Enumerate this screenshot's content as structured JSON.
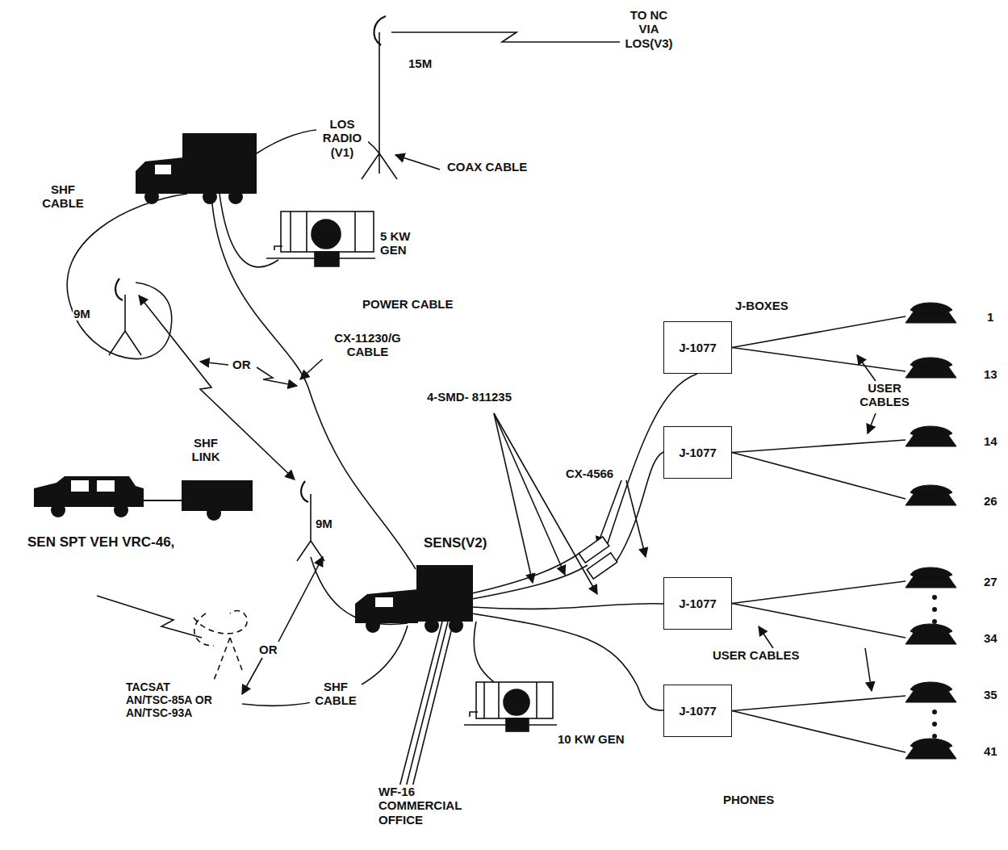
{
  "diagram": {
    "nodes": [
      {
        "text": [
          "J-1077"
        ]
      },
      {
        "text": [
          "J-1077"
        ]
      },
      {
        "text": [
          "J-1077"
        ]
      },
      {
        "text": [
          "J-1077"
        ]
      }
    ],
    "labels": [
      "TO NC VIA LOS(V3)",
      "15M",
      "SHF CABLE",
      "LOS RADIO (V1)",
      "COAX CABLE",
      "5 KW GEN",
      "POWER CABLE",
      "9M",
      "OR",
      "CX-11230/G CABLE",
      "J-BOXES",
      "1",
      "13",
      "USER CABLES",
      "4-SMD- 811235",
      "CX-4566",
      "14",
      "26",
      "SHF LINK",
      "SEN SPT VEH VRC-46,",
      "9M",
      "SENS(V2)",
      "27",
      "34",
      "OR",
      "USER CABLES",
      "35",
      "41",
      "TACSAT AN/TSC-85A OR AN/TSC-93A",
      "SHF CABLE",
      "10 KW GEN",
      "WF-16 COMMERCIAL OFFICE",
      "PHONES"
    ]
  }
}
